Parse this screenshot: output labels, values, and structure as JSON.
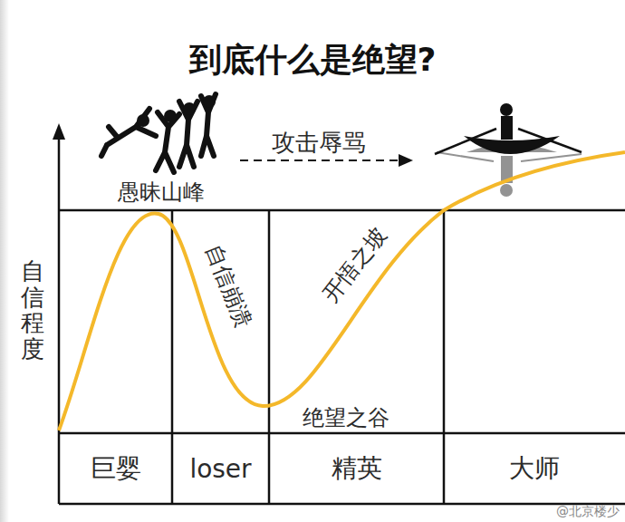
{
  "diagram": {
    "title": "到底什么是绝望?",
    "nodes": [
      {
        "text": [
          "巨婴"
        ]
      },
      {
        "text": [
          "loser"
        ]
      },
      {
        "text": [
          "精英"
        ]
      },
      {
        "text": [
          "大师"
        ]
      }
    ],
    "labels": [
      "愚昧山峰",
      "攻击辱骂",
      "自信崩溃",
      "开悟之坡",
      "绝望之谷",
      "自信程度",
      "@北京楼少"
    ]
  }
}
